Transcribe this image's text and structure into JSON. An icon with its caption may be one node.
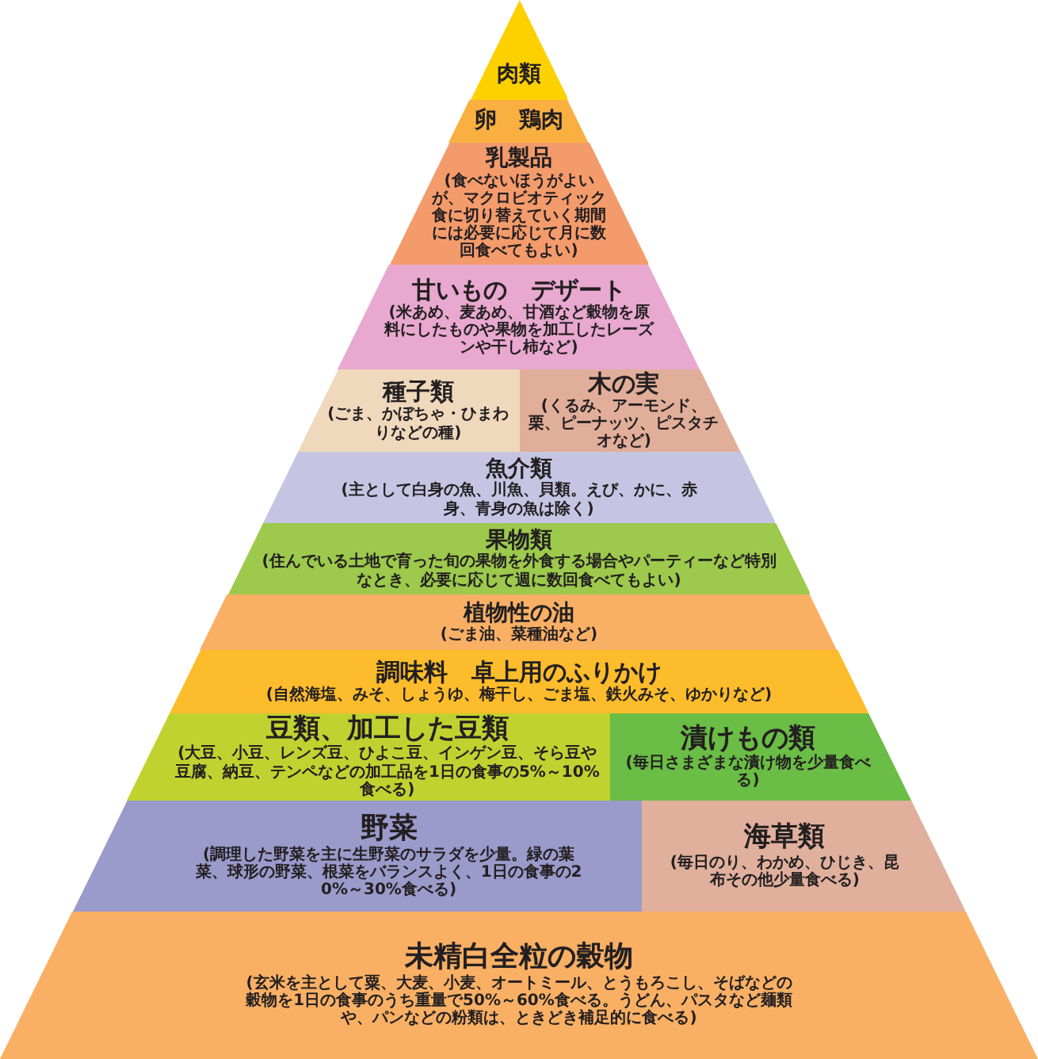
{
  "diagram": {
    "nodes": [
      {
        "text": [
          "肉類"
        ]
      },
      {
        "text": [
          "卵　鶏肉"
        ]
      },
      {
        "text": [
          "乳製品",
          "(食べないほうがよいが、マクロビオティック食に切り替えていく期間には必要に応じて月に数回食べてもよい)"
        ]
      },
      {
        "text": [
          "甘いもの　デザート",
          "(米あめ、麦あめ、甘酒など穀物を原料にしたものや果物を加工したレーズンや干し柿など)"
        ]
      },
      {
        "text": [
          "種子類",
          "(ごま、かぼちゃ・ひまわりなどの種)"
        ]
      },
      {
        "text": [
          "木の実",
          "(くるみ、アーモンド、栗、ピーナッツ、ピスタチオなど)"
        ]
      },
      {
        "text": [
          "魚介類",
          "(主として白身の魚、川魚、貝類。えび、かに、赤身、青身の魚は除く)"
        ]
      },
      {
        "text": [
          "果物類",
          "(住んでいる土地で育った旬の果物を外食する場合やパーティーなど特別なとき、必要に応じて週に数回食べてもよい)"
        ]
      },
      {
        "text": [
          "植物性の油",
          "(ごま油、菜種油など)"
        ]
      },
      {
        "text": [
          "調味料　卓上用のふりかけ",
          "(自然海塩、みそ、しょうゆ、梅干し、ごま塩、鉄火みそ、ゆかりなど)"
        ]
      },
      {
        "text": [
          "豆類、加工した豆類",
          "(大豆、小豆、レンズ豆、ひよこ豆、インゲン豆、そら豆や豆腐、納豆、テンペなどの加工品を1日の食事の5%～10%食べる)"
        ]
      },
      {
        "text": [
          "漬けもの類",
          "(毎日さまざまな漬け物を少量食べる)"
        ]
      },
      {
        "text": [
          "野菜",
          "(調理した野菜を主に生野菜のサラダを少量。緑の葉菜、球形の野菜、根菜をバランスよく、1日の食事の20%～30%食べる)"
        ]
      },
      {
        "text": [
          "海草類",
          "(毎日のり、わかめ、ひじき、昆布その他少量食べる)"
        ]
      },
      {
        "text": [
          "未精白全粒の穀物",
          "(玄米を主として粟、大麦、小麦、オートミール、とうもろこし、そばなどの穀物を1日の食事のうち重量で50%～60%食べる。うどん、パスタなど麺類や、パンなどの粉類は、ときどき補足的に食べる)"
        ]
      }
    ]
  }
}
